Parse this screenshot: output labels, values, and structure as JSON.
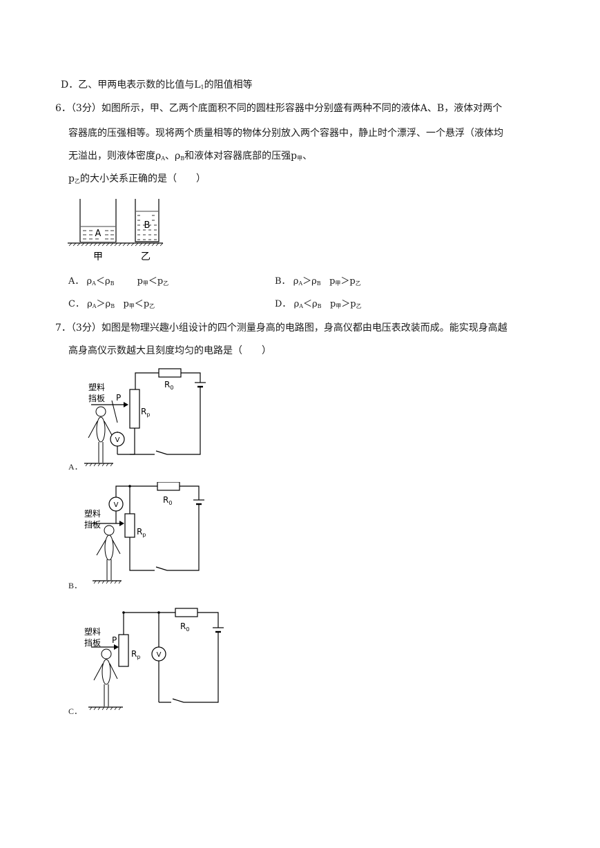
{
  "q5": {
    "optD_pre": "D．乙、甲两电表示数的比值与L",
    "optD_sub": "1",
    "optD_post": "的阻值相等"
  },
  "q6": {
    "line1": "6．（3分）如图所示，甲、乙两个底面积不同的圆柱形容器中分别盛有两种不同的液体A、B，液体对两个",
    "line2": "容器底的压强相等。现将两个质量相等的物体分别放入两个容器中，静止时个漂浮、一个悬浮（液体均",
    "line3_pre": "无溢出，则液体密度ρ",
    "line3_s1": "A",
    "line3_mid": "、ρ",
    "line3_s2": "B",
    "line3_post": "和液体对容器底部的压强p",
    "line3_s3": "甲",
    "line3_end": "、",
    "line4_pre": "p",
    "line4_s": "乙",
    "line4_post": "的大小关系正确的是（　　）",
    "figure": {
      "liquid_a": "A",
      "liquid_b": "B",
      "label_jia": "甲",
      "label_yi": "乙"
    },
    "options": [
      {
        "letter": "A．",
        "rho1": "A",
        "rel1": "＜",
        "rho2": "B",
        "p1": "甲",
        "rel2": "＜",
        "p2": "乙"
      },
      {
        "letter": "B．",
        "rho1": "A",
        "rel1": "＞",
        "rho2": "B",
        "p1": "甲",
        "rel2": "＞",
        "p2": "乙"
      },
      {
        "letter": "C．",
        "rho1": "A",
        "rel1": "＞",
        "rho2": "B",
        "p1": "甲",
        "rel2": "＜",
        "p2": "乙"
      },
      {
        "letter": "D．",
        "rho1": "A",
        "rel1": "＜",
        "rho2": "B",
        "p1": "甲",
        "rel2": "＞",
        "p2": "乙"
      }
    ]
  },
  "q7": {
    "line1": "7．（3分）如图是物理兴趣小组设计的四个测量身高的电路图，身高仪都由电压表改装而成。能实现身高越",
    "line2": "高身高仪示数越大且刻度均匀的电路是（　　）",
    "circuit": {
      "baffle_1": "塑料",
      "baffle_2": "挡板",
      "slider": "P",
      "rp": "R",
      "rp_sub": "p",
      "r0": "R",
      "r0_sub": "0",
      "voltmeter": "V"
    },
    "option_labels": [
      "A．",
      "B．",
      "C．"
    ]
  }
}
